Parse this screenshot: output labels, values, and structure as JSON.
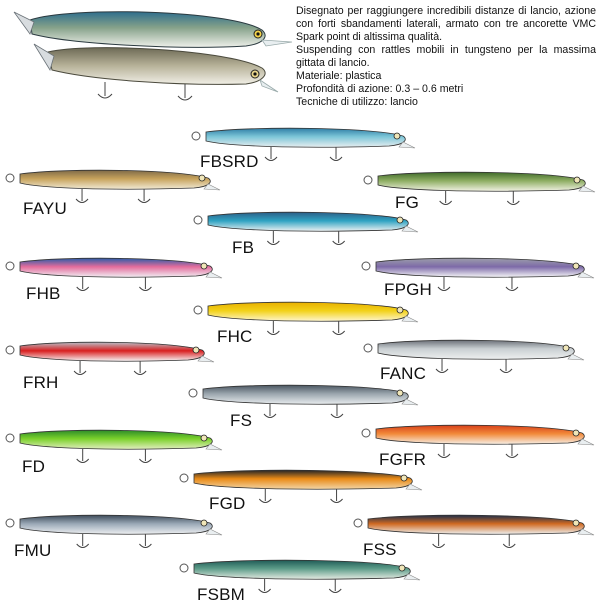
{
  "description": [
    "Disegnato per raggiungere incredibili distanze di lancio, azione con forti sbandamenti laterali, armato con tre ancorette VMC Spark point di altissima qualità.",
    "Suspending con rattles mobili in tungsteno per la massima gittata di lancio.",
    "Materiale: plastica",
    "Profondità di azione: 0.3 – 0.6 metri",
    "Tecniche di utilizzo: lancio"
  ],
  "colors": {
    "FBSRD": {
      "back": "#2f7ea6",
      "belly": "#e8eef0",
      "accent": "#7dc6d8"
    },
    "FAYU": {
      "back": "#7e6a48",
      "belly": "#f1ead6",
      "accent": "#c7a35c"
    },
    "FG": {
      "back": "#3f6a2a",
      "belly": "#f2f2e4",
      "accent": "#8eae63"
    },
    "FB": {
      "back": "#2c5f88",
      "belly": "#eef1f2",
      "accent": "#2fa3c2"
    },
    "FHB": {
      "back": "#2a5ca8",
      "belly": "#f1eef3",
      "accent": "#e36c9c"
    },
    "FPGH": {
      "back": "#9c9eaa",
      "belly": "#f5f5f7",
      "accent": "#7d6aa8"
    },
    "FHC": {
      "back": "#e8b000",
      "belly": "#fff6cf",
      "accent": "#f2d21a"
    },
    "FRH": {
      "back": "#b8bec7",
      "belly": "#f7f7f8",
      "accent": "#d91f1f"
    },
    "FANC": {
      "back": "#6b7078",
      "belly": "#eef0f0",
      "accent": "#c9cfd2"
    },
    "FS": {
      "back": "#4b5762",
      "belly": "#e9edef",
      "accent": "#9aa5ad"
    },
    "FD": {
      "back": "#2d8c2a",
      "belly": "#e2eec0",
      "accent": "#7bd12b"
    },
    "FGFR": {
      "back": "#d8401a",
      "belly": "#f6efe6",
      "accent": "#f28a3a"
    },
    "FGD": {
      "back": "#222428",
      "belly": "#f2d6a8",
      "accent": "#e98a16"
    },
    "FMU": {
      "back": "#3e4c5b",
      "belly": "#eef0f2",
      "accent": "#9aa8b6"
    },
    "FSS": {
      "back": "#1f2f4a",
      "belly": "#eef0f0",
      "accent": "#d06a22"
    },
    "FSBM": {
      "back": "#1f5b56",
      "belly": "#e5ebe2",
      "accent": "#5e9d8a"
    }
  },
  "codes": {
    "FBSRD": "FBSRD",
    "FAYU": "FAYU",
    "FG": "FG",
    "FB": "FB",
    "FHB": "FHB",
    "FPGH": "FPGH",
    "FHC": "FHC",
    "FRH": "FRH",
    "FANC": "FANC",
    "FS": "FS",
    "FD": "FD",
    "FGFR": "FGFR",
    "FGD": "FGD",
    "FMU": "FMU",
    "FSS": "FSS",
    "FSBM": "FSBM"
  }
}
